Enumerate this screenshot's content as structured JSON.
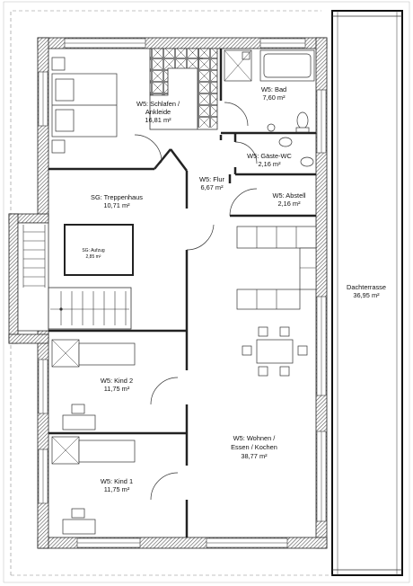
{
  "rooms": {
    "schlafen": {
      "name": "W5: Schlafen /",
      "name2": "Ankleide",
      "area": "16,81 m²"
    },
    "bad": {
      "name": "W5: Bad",
      "area": "7,60 m²"
    },
    "gaeste_wc": {
      "name": "W5: Gäste-WC",
      "area": "2,16 m²"
    },
    "flur": {
      "name": "W5: Flur",
      "area": "6,67 m²"
    },
    "abstell": {
      "name": "W5: Abstell",
      "area": "2,16 m²"
    },
    "treppenhaus": {
      "name": "SG: Treppenhaus",
      "area": "10,71 m²"
    },
    "aufzug": {
      "name": "SG: Aufzug",
      "area": "2,85 m²"
    },
    "kind2": {
      "name": "W5: Kind 2",
      "area": "11,75 m²"
    },
    "kind1": {
      "name": "W5: Kind 1",
      "area": "11,75 m²"
    },
    "wohnen": {
      "name": "W5: Wohnen /",
      "name2": "Essen / Kochen",
      "area": "38,77 m²"
    },
    "dachterrasse": {
      "name": "Dachterrasse",
      "area": "36,95 m²"
    }
  },
  "colors": {
    "wall_hatch": "#555555",
    "line": "#222222",
    "background": "#ffffff"
  }
}
